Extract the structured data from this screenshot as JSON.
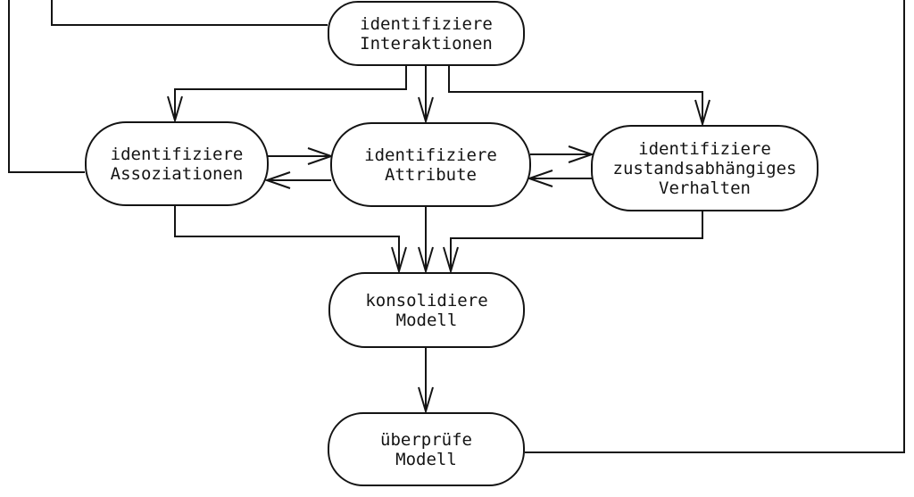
{
  "nodes": {
    "interaktionen": {
      "line1": "identifiziere",
      "line2": "Interaktionen"
    },
    "assoziationen": {
      "line1": "identifiziere",
      "line2": "Assoziationen"
    },
    "attribute": {
      "line1": "identifiziere",
      "line2": "Attribute"
    },
    "verhalten": {
      "line1": "identifiziere",
      "line2": "zustandsabhängiges",
      "line3": "Verhalten"
    },
    "konsolidiere": {
      "line1": "konsolidiere",
      "line2": "Modell"
    },
    "ueberpruefe": {
      "line1": "überprüfe",
      "line2": "Modell"
    }
  },
  "edges": [
    {
      "from": "offscreen-top-left",
      "to": "interaktionen",
      "arrowhead": false
    },
    {
      "from": "offscreen-top-left",
      "to": "assoziationen",
      "arrowhead": false
    },
    {
      "from": "interaktionen",
      "to": "assoziationen",
      "arrowhead": true
    },
    {
      "from": "interaktionen",
      "to": "attribute",
      "arrowhead": true
    },
    {
      "from": "interaktionen",
      "to": "verhalten",
      "arrowhead": true
    },
    {
      "from": "assoziationen",
      "to": "attribute",
      "arrowhead": true
    },
    {
      "from": "attribute",
      "to": "assoziationen",
      "arrowhead": true
    },
    {
      "from": "attribute",
      "to": "verhalten",
      "arrowhead": true
    },
    {
      "from": "verhalten",
      "to": "attribute",
      "arrowhead": true
    },
    {
      "from": "assoziationen",
      "to": "konsolidiere",
      "arrowhead": true
    },
    {
      "from": "attribute",
      "to": "konsolidiere",
      "arrowhead": true
    },
    {
      "from": "verhalten",
      "to": "konsolidiere",
      "arrowhead": true
    },
    {
      "from": "konsolidiere",
      "to": "ueberpruefe",
      "arrowhead": true
    },
    {
      "from": "ueberpruefe",
      "to": "offscreen-top-right",
      "arrowhead": false
    }
  ],
  "colors": {
    "line": "#141414",
    "background": "#ffffff",
    "text": "#141414"
  }
}
